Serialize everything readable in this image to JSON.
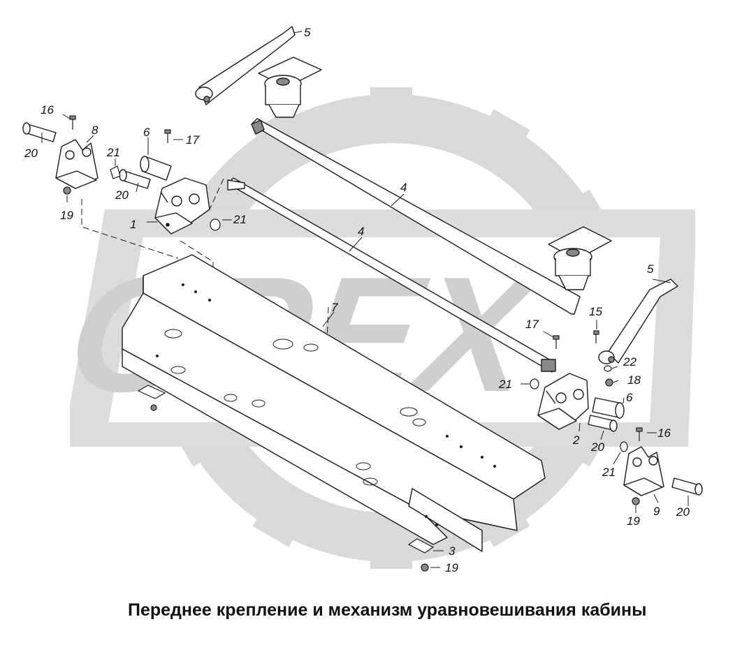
{
  "watermark": {
    "text": "OPEX",
    "color": "#d6d6d6"
  },
  "caption": "Переднее крепление и механизм уравновешивания кабины",
  "labels": {
    "l1": "1",
    "l2": "2",
    "l3": "3",
    "l4a": "4",
    "l4b": "4",
    "l5a": "5",
    "l5b": "5",
    "l6a": "6",
    "l6b": "6",
    "l7": "7",
    "l8": "8",
    "l9": "9",
    "l15": "15",
    "l16a": "16",
    "l16b": "16",
    "l17a": "17",
    "l17b": "17",
    "l18": "18",
    "l19a": "19",
    "l19b": "19",
    "l19c": "19",
    "l20a": "20",
    "l20b": "20",
    "l20c": "20",
    "l20d": "20",
    "l21a": "21",
    "l21b": "21",
    "l21c": "21",
    "l21d": "21",
    "l22": "22"
  },
  "colors": {
    "line": "#1a1a1a",
    "part_fill": "#ffffff",
    "shade": "#8a8a8a"
  }
}
